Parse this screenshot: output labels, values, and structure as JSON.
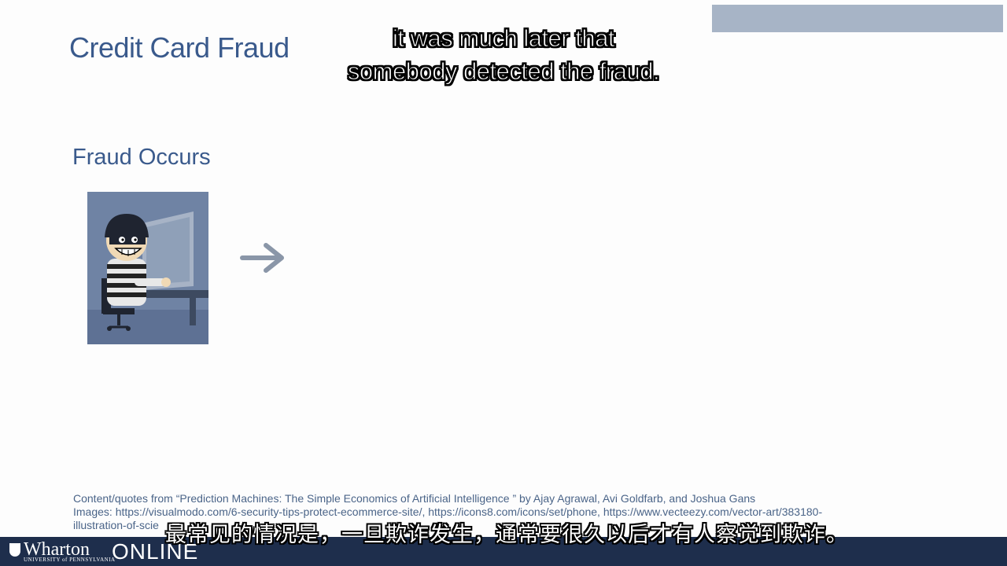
{
  "slide": {
    "title": "Credit Card Fraud",
    "section_heading": "Fraud Occurs",
    "footer": {
      "line1": "Content/quotes from “Prediction Machines: The Simple Economics of Artificial Intelligence ” by Ajay Agrawal, Avi Goldfarb, and Joshua Gans",
      "line2": "Images: https://visualmodo.com/6-security-tips-protect-ecommerce-site/, https://icons8.com/icons/set/phone, https://www.vecteezy.com/vector-art/383180-",
      "line3": "illustration-of-scie"
    }
  },
  "subtitles": {
    "english_line1": "it was much later that",
    "english_line2": "somebody detected the fraud.",
    "chinese": "最常见的情况是，一旦欺诈发生，通常要很久以后才有人察觉到欺诈。"
  },
  "branding": {
    "wharton": "Wharton",
    "university": "UNIVERSITY of PENNSYLVANIA",
    "online": "ONLINE"
  },
  "colors": {
    "title": "#3a5a8c",
    "brand_bar": "#1e2e4c",
    "image_bg": "#6f83a4",
    "arrow": "#8a96a8"
  },
  "icons": {
    "fraud_image": "hacker-at-computer-illustration",
    "arrow": "right-arrow-icon"
  }
}
